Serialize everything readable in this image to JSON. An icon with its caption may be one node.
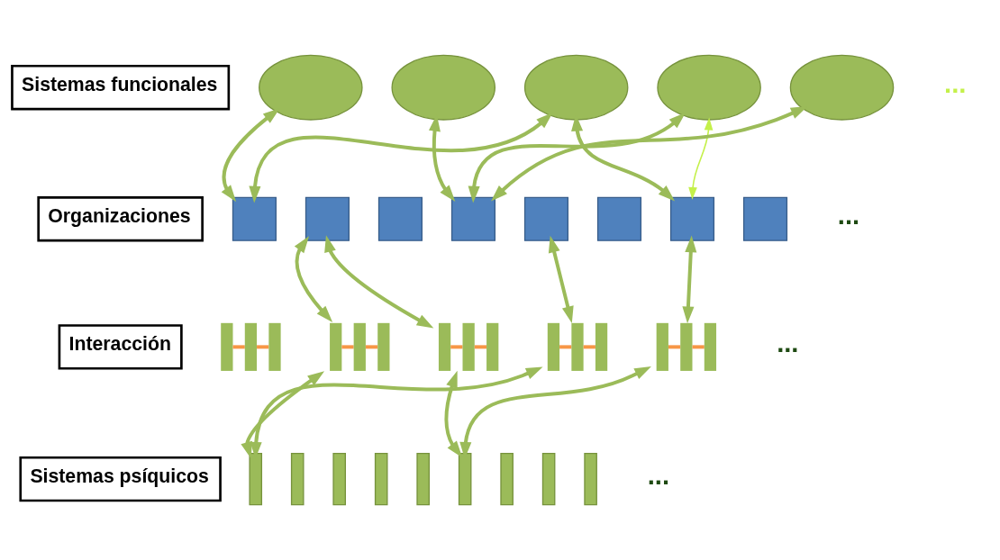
{
  "diagram": {
    "nodes": [
      {
        "text": [
          "Sistemas funcionales"
        ]
      },
      {
        "text": [],
        "shape": "ellipse"
      },
      {
        "text": [],
        "shape": "ellipse"
      },
      {
        "text": [],
        "shape": "ellipse"
      },
      {
        "text": [],
        "shape": "ellipse"
      },
      {
        "text": [],
        "shape": "ellipse"
      },
      {
        "text": [
          "Organizaciones"
        ]
      },
      {
        "text": [],
        "shape": "box"
      },
      {
        "text": [],
        "shape": "box"
      },
      {
        "text": [],
        "shape": "box"
      },
      {
        "text": [],
        "shape": "box"
      },
      {
        "text": [],
        "shape": "box"
      },
      {
        "text": [],
        "shape": "box"
      },
      {
        "text": [],
        "shape": "box"
      },
      {
        "text": [],
        "shape": "box"
      },
      {
        "text": [
          "Interacción"
        ]
      },
      {
        "text": [],
        "shape": "bar"
      },
      {
        "text": [],
        "shape": "bar"
      },
      {
        "text": [],
        "shape": "bar"
      },
      {
        "text": [],
        "shape": "bar"
      },
      {
        "text": [],
        "shape": "bar"
      },
      {
        "text": [
          "Sistemas psíquicos"
        ]
      },
      {
        "text": [],
        "shape": "bar"
      },
      {
        "text": [],
        "shape": "bar"
      },
      {
        "text": [],
        "shape": "bar"
      },
      {
        "text": [],
        "shape": "bar"
      },
      {
        "text": [],
        "shape": "bar"
      },
      {
        "text": [],
        "shape": "bar"
      },
      {
        "text": [],
        "shape": "bar"
      },
      {
        "text": [],
        "shape": "bar"
      },
      {
        "text": [],
        "shape": "bar"
      }
    ],
    "edges": [
      {
        "from": 1,
        "to": 7,
        "arrow": "both"
      },
      {
        "from": 2,
        "to": 10,
        "arrow": "both"
      },
      {
        "from": 3,
        "to": 7,
        "arrow": "both"
      },
      {
        "from": 3,
        "to": 13,
        "arrow": "both"
      },
      {
        "from": 4,
        "to": 10,
        "arrow": "both"
      },
      {
        "from": 5,
        "to": 10,
        "arrow": "both"
      },
      {
        "from": 4,
        "to": 13,
        "arrow": "both",
        "color": "#c4f04a"
      },
      {
        "from": 8,
        "to": 17,
        "arrow": "both"
      },
      {
        "from": 8,
        "to": 18,
        "arrow": "both"
      },
      {
        "from": 11,
        "to": 19,
        "arrow": "both"
      },
      {
        "from": 13,
        "to": 20,
        "arrow": "both"
      },
      {
        "from": 17,
        "to": 22,
        "arrow": "both"
      },
      {
        "from": 19,
        "to": 22,
        "arrow": "both"
      },
      {
        "from": 18,
        "to": 27,
        "arrow": "both"
      },
      {
        "from": 20,
        "to": 27,
        "arrow": "both"
      }
    ],
    "labels": [
      "...",
      "...",
      "...",
      "..."
    ]
  }
}
